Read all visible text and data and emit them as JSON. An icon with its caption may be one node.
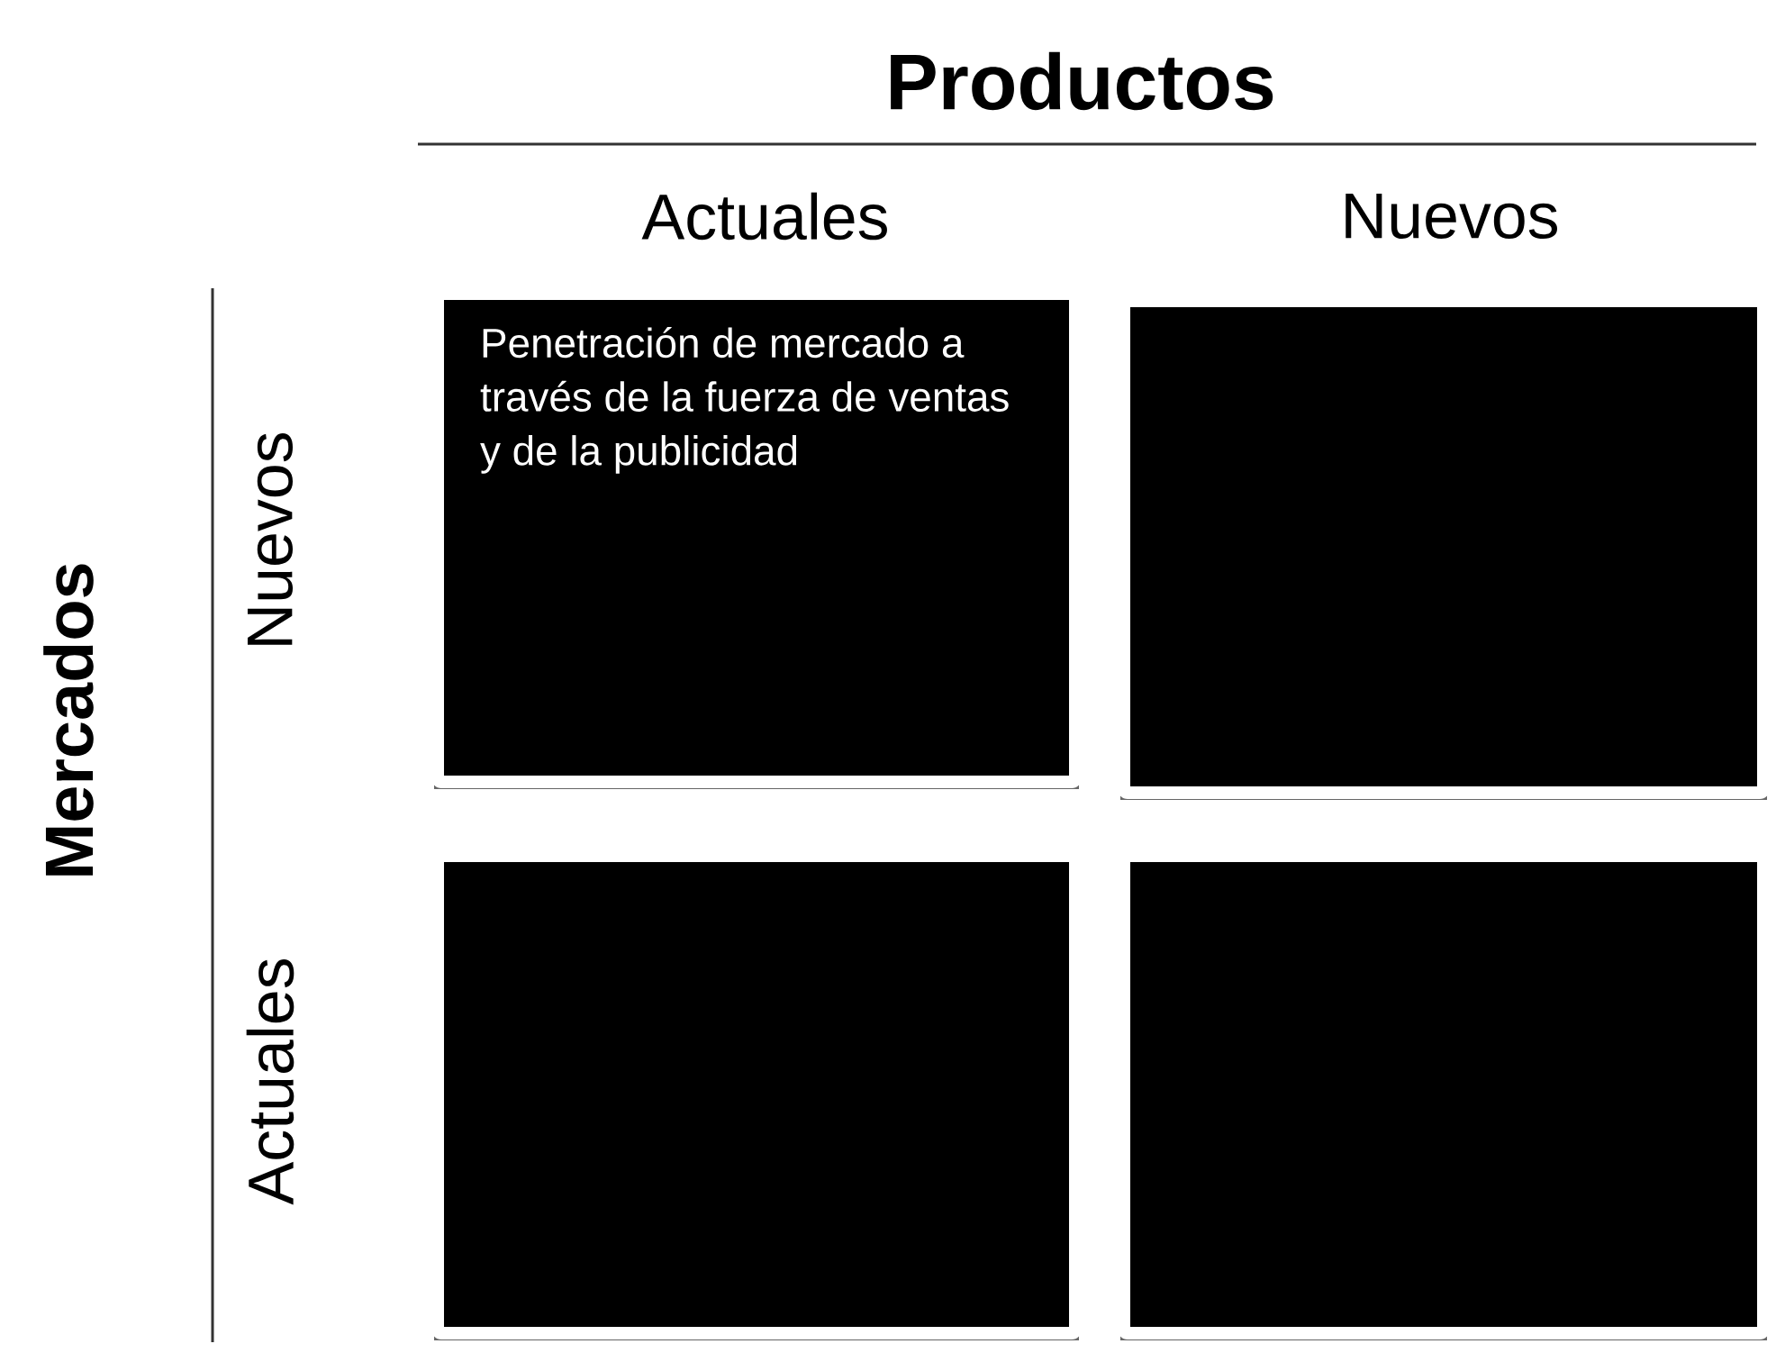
{
  "diagram": {
    "nodes": [
      {
        "text": [
          "Penetración de mercado a través de la fuerza de ventas y de la publicidad"
        ]
      },
      {
        "text": [],
        "shape": "box"
      },
      {
        "text": [],
        "shape": "box"
      },
      {
        "text": [],
        "shape": "box"
      }
    ],
    "labels": [
      "Productos",
      "Actuales",
      "Nuevos",
      "Mercados",
      "Nuevos",
      "Actuales"
    ]
  }
}
